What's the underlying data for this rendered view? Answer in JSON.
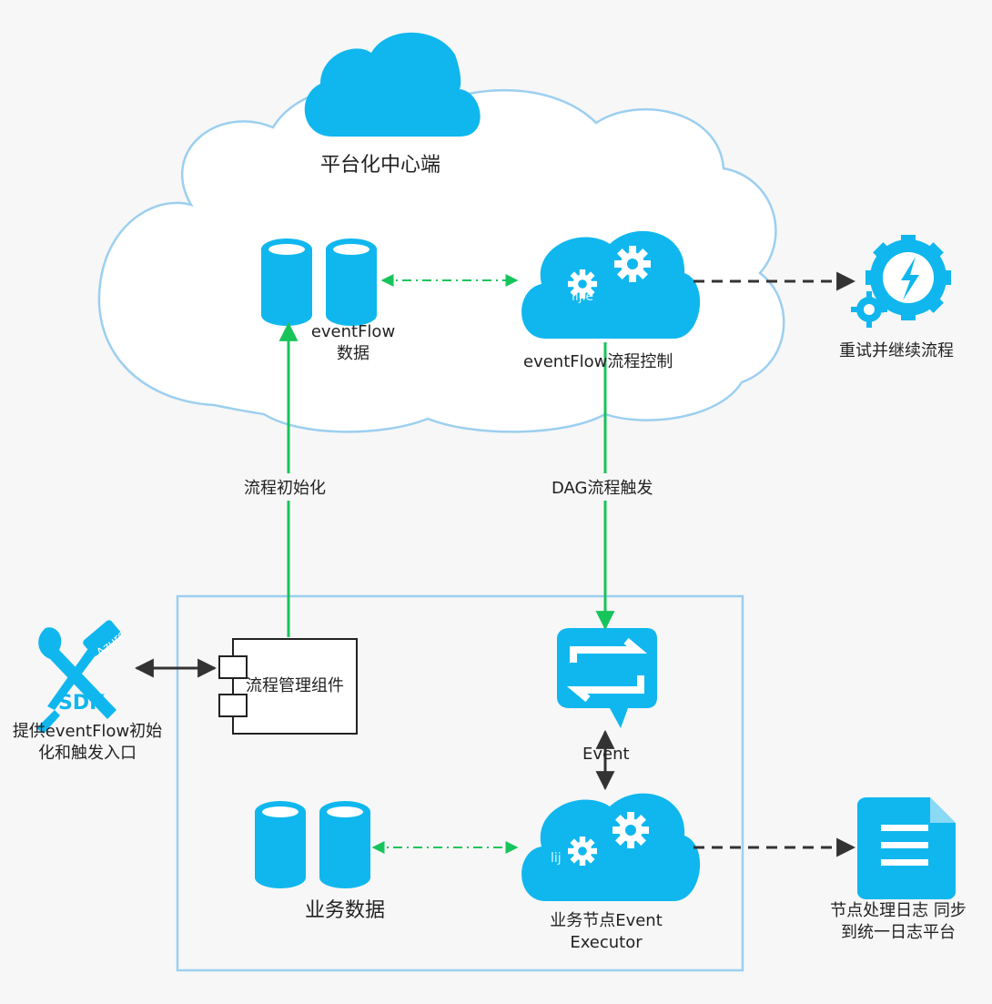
{
  "cloud": {
    "title": "平台化中心端"
  },
  "nodes": {
    "eventflow_data": [
      "eventFlow",
      "数据"
    ],
    "eventflow_control": "eventFlow流程控制",
    "retry": "重试并继续流程",
    "process_component": "流程管理组件",
    "sdk": [
      "提供eventFlow初始",
      "化和触发入口"
    ],
    "event": "Event",
    "business_data": "业务数据",
    "executor": [
      "业务节点Event",
      "Executor"
    ],
    "log": [
      "节点处理日志 同步",
      "到统一日志平台"
    ]
  },
  "edges": {
    "init": "流程初始化",
    "dag": "DAG流程触发"
  },
  "icons": {
    "sdk_badge": "SDK",
    "azure_badge": "Azure",
    "watermark_top": "lijie",
    "watermark_bottom": "lij"
  },
  "colors": {
    "blue": "#0fb7ee",
    "cloud_outline": "#9ccff0",
    "green": "#17c45a",
    "dark": "#333333"
  }
}
